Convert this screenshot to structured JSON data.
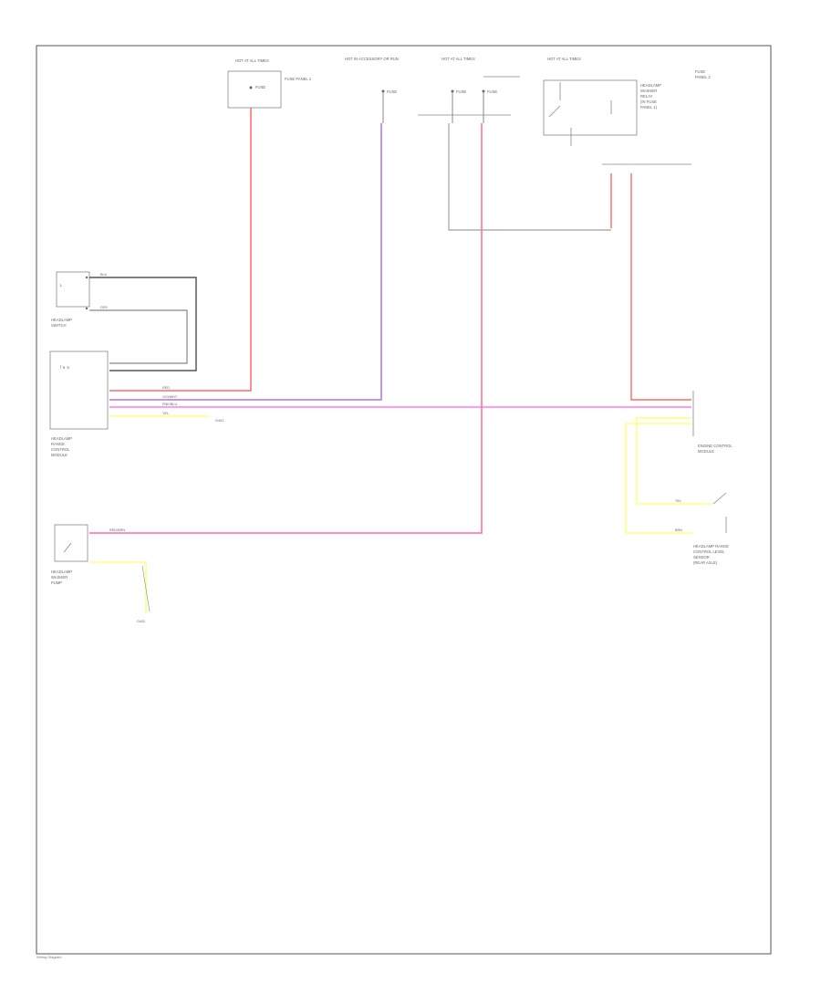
{
  "diagram": {
    "fuse_panel_left": {
      "hot_label": "HOT AT ALL TIMES",
      "fuse_label": "FUSE",
      "panel_label": "FUSE PANEL 1"
    },
    "fuse_top_center": {
      "hot_label": "HOT IN ACCESSORY OR RUN",
      "fuse_label": "FUSE"
    },
    "fuse_top_right1": {
      "hot_label": "HOT AT ALL TIMES",
      "fuse_label": "FUSE",
      "fuse_label2": "FUSE"
    },
    "relay": {
      "hot_label": "HOT AT ALL TIMES",
      "label_lines": [
        "HEADLAMP",
        "WASHER",
        "RELAY",
        "(IN FUSE",
        "PANEL 1)"
      ]
    },
    "fuse_panel_right": {
      "label_lines": [
        "FUSE",
        "PANEL 2"
      ]
    },
    "headlamp_switch": {
      "label_lines": [
        "HEADLAMP",
        "SWITCH"
      ]
    },
    "control_module": {
      "label_lines": [
        "HEADLAMP",
        "RANGE",
        "CONTROL",
        "MODULE"
      ]
    },
    "engine_control": {
      "label_lines": [
        "ENGINE CONTROL",
        "MODULE"
      ]
    },
    "washer_pump": {
      "label_lines": [
        "HEADLAMP",
        "WASHER",
        "PUMP"
      ]
    },
    "level_sensor": {
      "label_lines": [
        "HEADLAMP RANGE",
        "CONTROL LEVEL",
        "SENSOR",
        "(REAR AXLE)"
      ]
    },
    "wires": {
      "red": "RED",
      "violet": "VIO/WHT",
      "pink": "PNK/BLU",
      "yellow": "YEL",
      "gray": "GRY",
      "black": "BLK",
      "brown": "BRN",
      "red_main": "RED/BRN",
      "ground": "G401",
      "ground2": "G402"
    },
    "footer": "Wiring Diagram"
  },
  "colors": {
    "frame": "#555555",
    "red_wire": "#ff6a6a",
    "violet_wire": "#b070e8",
    "pink_wire": "#ff60e0",
    "yellow_wire": "#ffff80",
    "gray_wire": "#888888",
    "black_wire": "#333333"
  }
}
